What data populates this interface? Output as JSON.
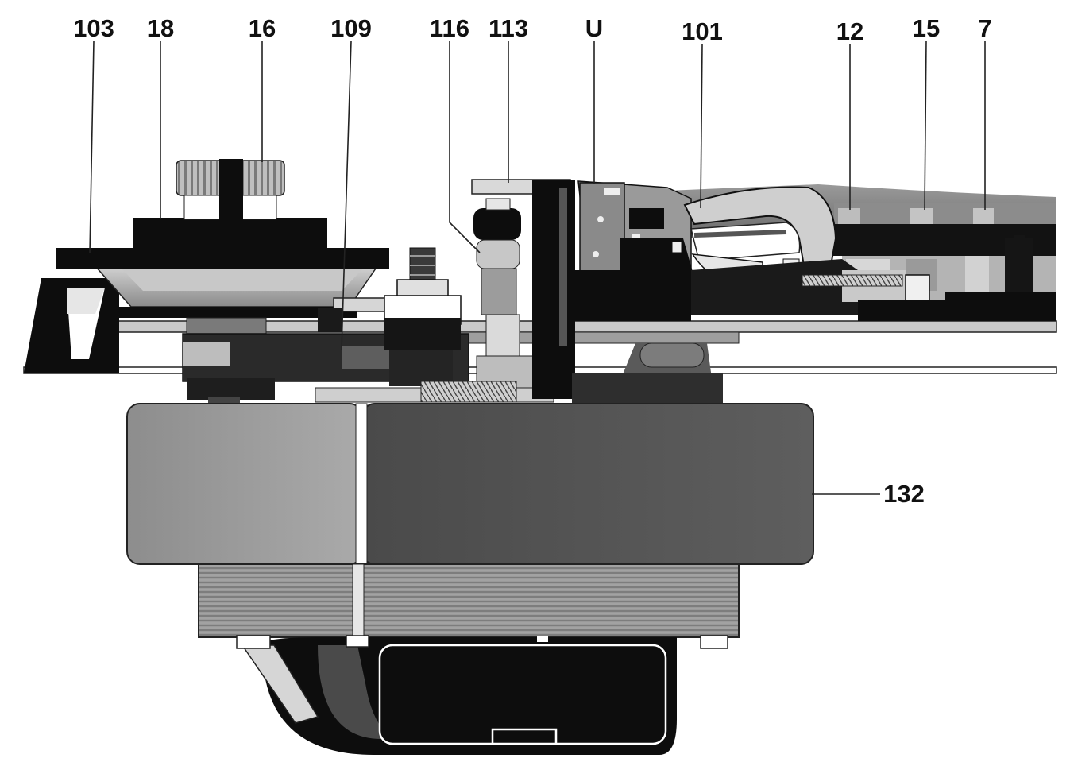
{
  "figure": {
    "callouts": [
      {
        "id": "c103",
        "label": "103"
      },
      {
        "id": "c18",
        "label": "18"
      },
      {
        "id": "c16",
        "label": "16"
      },
      {
        "id": "c109",
        "label": "109"
      },
      {
        "id": "c116",
        "label": "116"
      },
      {
        "id": "c113",
        "label": "113"
      },
      {
        "id": "cU",
        "label": "U"
      },
      {
        "id": "c101",
        "label": "101"
      },
      {
        "id": "c12",
        "label": "12"
      },
      {
        "id": "c15",
        "label": "15"
      },
      {
        "id": "c7",
        "label": "7"
      },
      {
        "id": "c132",
        "label": "132"
      }
    ],
    "palette": {
      "black": "#0d0d0d",
      "dark_gray": "#3a3a3a",
      "mid_gray": "#7a7a7a",
      "light_gray": "#b9b9b9",
      "pale_gray": "#d9d9d9",
      "paper": "#ffffff"
    }
  }
}
